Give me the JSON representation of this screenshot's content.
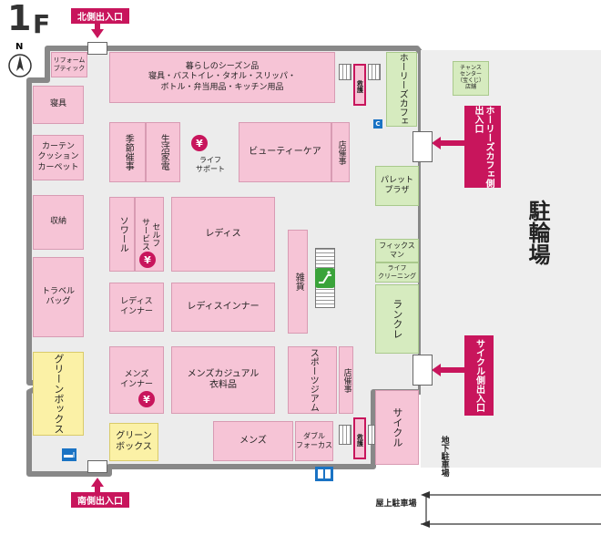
{
  "floor": {
    "big": "1",
    "small": "F"
  },
  "gates": {
    "north": "北側出入口",
    "south": "南側出入口",
    "east_holy": "ホーリーズカフェ側\n出入口",
    "cycle": "サイクル側出入口"
  },
  "outside": {
    "bike_parking": "駐輪場",
    "underground_parking": "地下駐車場",
    "roof_parking": "屋上駐車場",
    "chance_center": "チャンス\nセンター\n（宝くじ）\n店舗"
  },
  "shops": {
    "reform": "リフォーム\nブティック",
    "seasonal": "暮らしのシーズン品\n寝具・バストイレ・タオル・スリッパ・\nボトル・弁当用品・キッチン用品",
    "holy_cafe": "ホーリーズカフェ",
    "shingu": "寝具",
    "curtain": "カーテン\nクッション\nカーペット",
    "kisetsu": "季節催事",
    "seikatsu": "生活家電",
    "life_support": "ライフ\nサポート",
    "beauty": "ビューティーケア",
    "saiji_top": "店催事",
    "palette": "パレット\nプラザ",
    "shuno": "収納",
    "sowall": "ソワール",
    "self_service": "セルフ\nサービス",
    "ladies": "レディス",
    "zakka": "雑貨",
    "fix_man": "フィックス\nマン",
    "life_cleaning": "ライフ\nクリーニング",
    "travel": "トラベル\nバッグ",
    "ladies_inner_small": "レディス\nインナー",
    "ladies_inner": "レディスインナー",
    "rankure": "ランクレ",
    "green_box_left": "グリーンボックス",
    "mens_inner": "メンズ\nインナー",
    "mens_casual": "メンズカジュアル\n衣料品",
    "sports": "スポーツジアム",
    "saiji_bottom": "店催事",
    "cycle": "サイクル",
    "green_box_bottom": "グリーン\nボックス",
    "mens": "メンズ",
    "double_forcus": "ダブル\nフォーカス"
  },
  "markers": {
    "yen": "¥",
    "escalator": "エスカレーター",
    "elevator": "エレベーター",
    "elevator_short": "救護",
    "compass": "N"
  }
}
